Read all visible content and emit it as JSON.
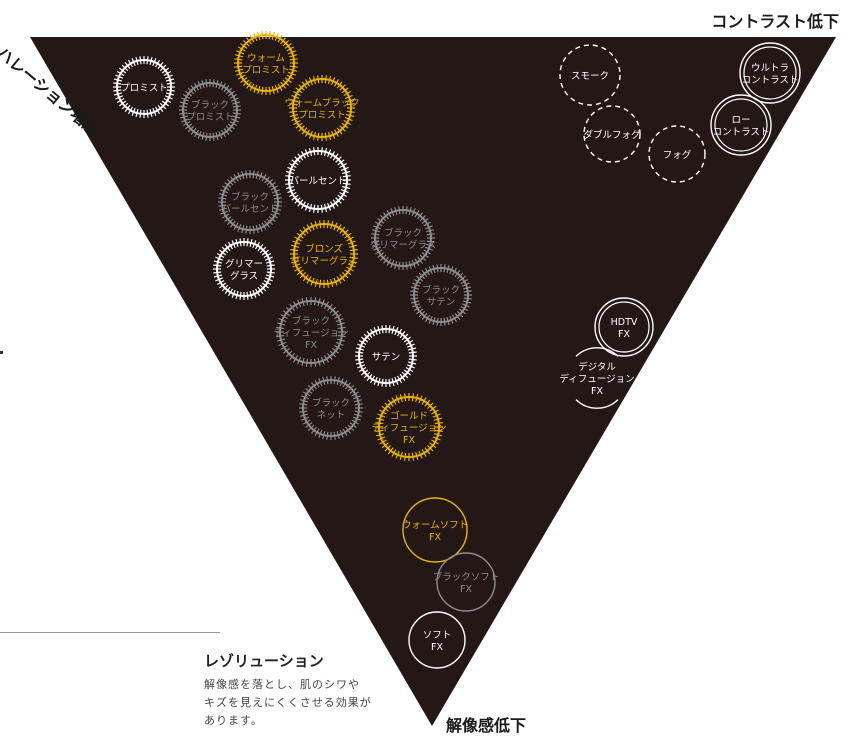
{
  "axes": {
    "contrast": "コントラスト低下",
    "resolution": "解像感低下",
    "halation": "ハレーション増加"
  },
  "legend": {
    "title": "レゾリューション",
    "lines": [
      "解像感を落とし、肌のシワや",
      "キズを見えにくくさせる効果が",
      "あります。"
    ]
  },
  "colors": {
    "triangle": "#231815",
    "white": "#ffffff",
    "gold": "#e8b400",
    "gray": "#8c8c8c"
  },
  "filters": [
    {
      "id": "promist",
      "lines": [
        "プロミスト"
      ],
      "style": "tick",
      "color": "white"
    },
    {
      "id": "warm-promist",
      "lines": [
        "ウォーム",
        "プロミスト"
      ],
      "style": "tick",
      "color": "gold"
    },
    {
      "id": "black-promist",
      "lines": [
        "ブラック",
        "プロミスト"
      ],
      "style": "tick",
      "color": "gray"
    },
    {
      "id": "warm-black-promist",
      "lines": [
        "ウォームブラック",
        "プロミスト"
      ],
      "style": "tick",
      "color": "gold"
    },
    {
      "id": "pearl-scent",
      "lines": [
        "パールセント"
      ],
      "style": "tick",
      "color": "white"
    },
    {
      "id": "black-pearl-scent",
      "lines": [
        "ブラック",
        "パールセント"
      ],
      "style": "tick",
      "color": "gray"
    },
    {
      "id": "black-glimmer-glass",
      "lines": [
        "ブラック",
        "グリマーグラス"
      ],
      "style": "tick",
      "color": "gray"
    },
    {
      "id": "glimmer-glass",
      "lines": [
        "グリマー",
        "グラス"
      ],
      "style": "tick",
      "color": "white"
    },
    {
      "id": "bronze-glimmer-glass",
      "lines": [
        "ブロンズ",
        "グリマーグラス"
      ],
      "style": "tick",
      "color": "gold"
    },
    {
      "id": "black-satin",
      "lines": [
        "ブラック",
        "サテン"
      ],
      "style": "tick",
      "color": "gray"
    },
    {
      "id": "black-diffusion-fx",
      "lines": [
        "ブラック",
        "ディフュージョン",
        "FX"
      ],
      "style": "tick",
      "color": "gray"
    },
    {
      "id": "satin",
      "lines": [
        "サテン"
      ],
      "style": "tick",
      "color": "white"
    },
    {
      "id": "black-net",
      "lines": [
        "ブラック",
        "ネット"
      ],
      "style": "tick",
      "color": "gray"
    },
    {
      "id": "gold-diffusion-fx",
      "lines": [
        "ゴールド",
        "ディフュージョン",
        "FX"
      ],
      "style": "tick",
      "color": "gold"
    },
    {
      "id": "warm-soft-fx",
      "lines": [
        "ウォームソフト",
        "FX"
      ],
      "style": "solid",
      "color": "gold"
    },
    {
      "id": "black-soft-fx",
      "lines": [
        "ブラックソフト",
        "FX"
      ],
      "style": "solid",
      "color": "gray"
    },
    {
      "id": "soft-fx",
      "lines": [
        "ソフト",
        "FX"
      ],
      "style": "solid",
      "color": "white"
    },
    {
      "id": "smoke",
      "lines": [
        "スモーク"
      ],
      "style": "dashed",
      "color": "white"
    },
    {
      "id": "double-fog",
      "lines": [
        "ダブルフォグ"
      ],
      "style": "dashed",
      "color": "white"
    },
    {
      "id": "fog",
      "lines": [
        "フォグ"
      ],
      "style": "dashed",
      "color": "white"
    },
    {
      "id": "ultra-contrast",
      "lines": [
        "ウルトラ",
        "コントラスト"
      ],
      "style": "double",
      "color": "white"
    },
    {
      "id": "low-contrast",
      "lines": [
        "ロー",
        "コントラスト"
      ],
      "style": "double",
      "color": "white"
    },
    {
      "id": "hdtv-fx",
      "lines": [
        "HDTV",
        "FX"
      ],
      "style": "double",
      "color": "white"
    },
    {
      "id": "digital-diffusion-fx",
      "lines": [
        "デジタル",
        "ディフュージョン",
        "FX"
      ],
      "style": "split",
      "color": "white"
    }
  ]
}
